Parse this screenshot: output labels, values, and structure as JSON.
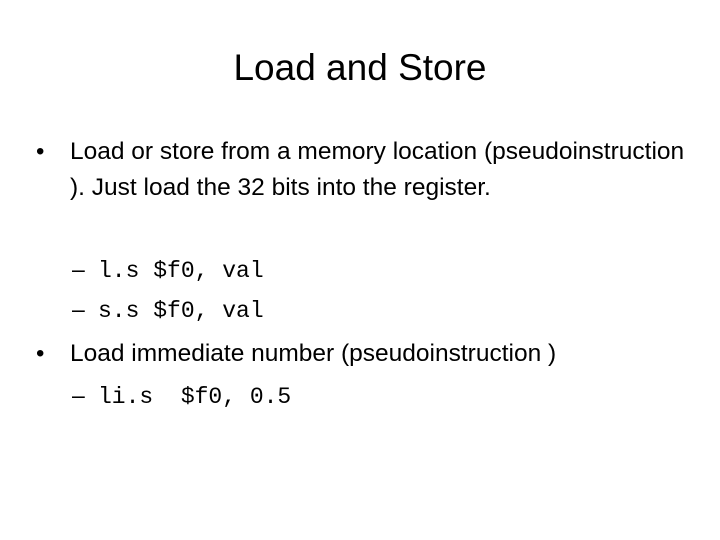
{
  "slide": {
    "title": "Load and Store",
    "bullets": [
      {
        "symbol": "•",
        "text": "Load or store from a memory location (pseudoinstruction ). Just load the 32 bits into the register.",
        "subitems": [
          {
            "dash": "–",
            "code": "l.s $f0, val"
          },
          {
            "dash": "–",
            "code": "s.s $f0, val"
          }
        ]
      },
      {
        "symbol": "•",
        "text": "Load immediate number (pseudoinstruction )",
        "subitems": [
          {
            "dash": "–",
            "code": "li.s  $f0, 0.5"
          }
        ]
      }
    ]
  }
}
